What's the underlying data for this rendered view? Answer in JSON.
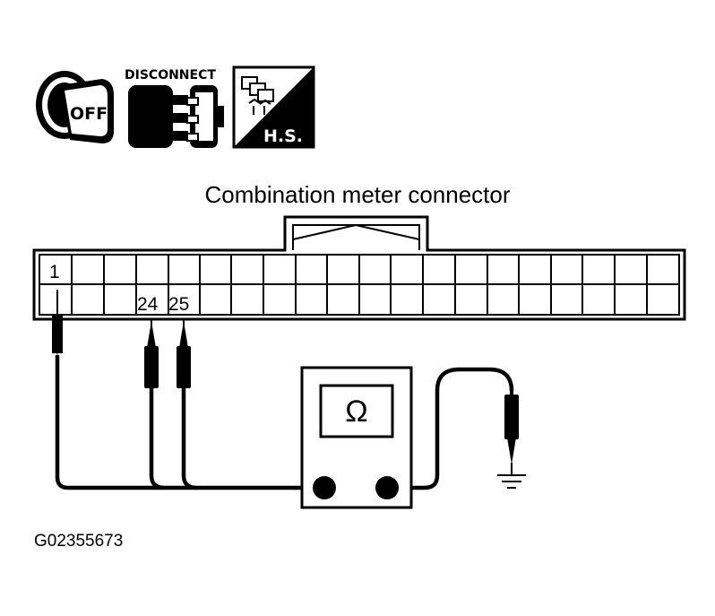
{
  "icons": {
    "ignition": {
      "label": "OFF",
      "icon": "ignition-key-off-icon"
    },
    "disconnect": {
      "label": "DISCONNECT",
      "icon": "disconnect-connector-icon"
    },
    "harness_side": {
      "label": "H.S.",
      "icon": "harness-side-connector-icon"
    }
  },
  "title": "Combination meter connector",
  "pins": {
    "pin_1": "1",
    "pin_24": "24",
    "pin_25": "25"
  },
  "meter": {
    "symbol": "Ω"
  },
  "figure_id": "G02355673"
}
